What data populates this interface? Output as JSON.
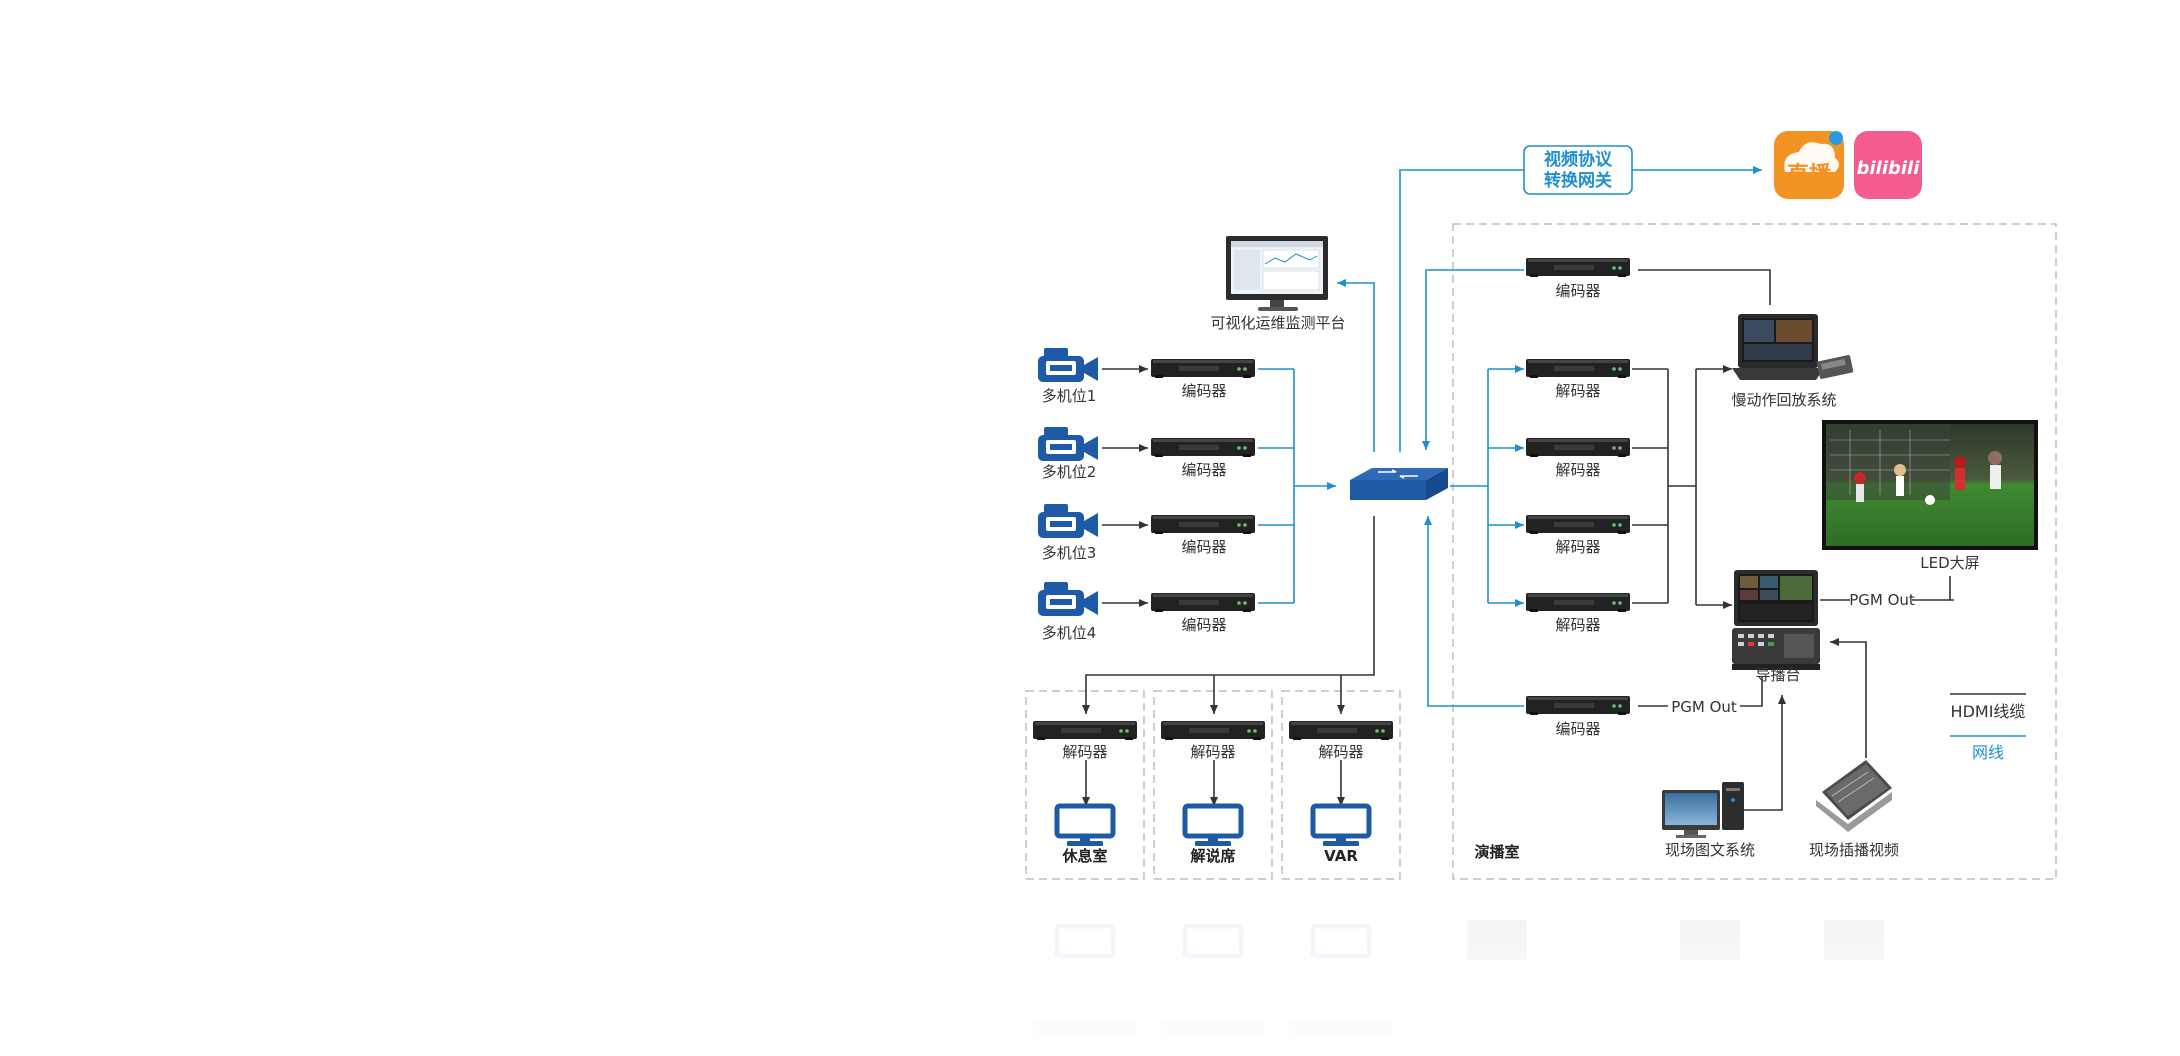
{
  "diagram": {
    "gateway_label_line1": "视频协议",
    "gateway_label_line2": "转换网关",
    "monitor_platform_label": "可视化运维监测平台",
    "cameras": [
      "多机位1",
      "多机位2",
      "多机位3",
      "多机位4"
    ],
    "encoder_label": "编码器",
    "decoder_label": "解码器",
    "bottom_destinations": [
      "休息室",
      "解说席",
      "VAR"
    ],
    "studio_label": "演播室",
    "slow_motion_label": "慢动作回放系统",
    "led_label": "LED大屏",
    "director_label": "导播台",
    "pgm_out_label": "PGM Out",
    "graphics_label": "现场图文系统",
    "insert_video_label": "现场插播视频",
    "legend_hdmi": "HDMI线缆",
    "legend_network": "网线",
    "app_icons": [
      {
        "name": "huya-live-icon",
        "text": "直播",
        "color": "#f39323"
      },
      {
        "name": "bilibili-icon",
        "text": "bilibili",
        "color": "#f25d8e"
      }
    ],
    "colors": {
      "network_line": "#1f8fcf",
      "hdmi_line": "#333333",
      "device_blue": "#1f5aa6",
      "dashed_border": "#bdbdbd"
    }
  }
}
